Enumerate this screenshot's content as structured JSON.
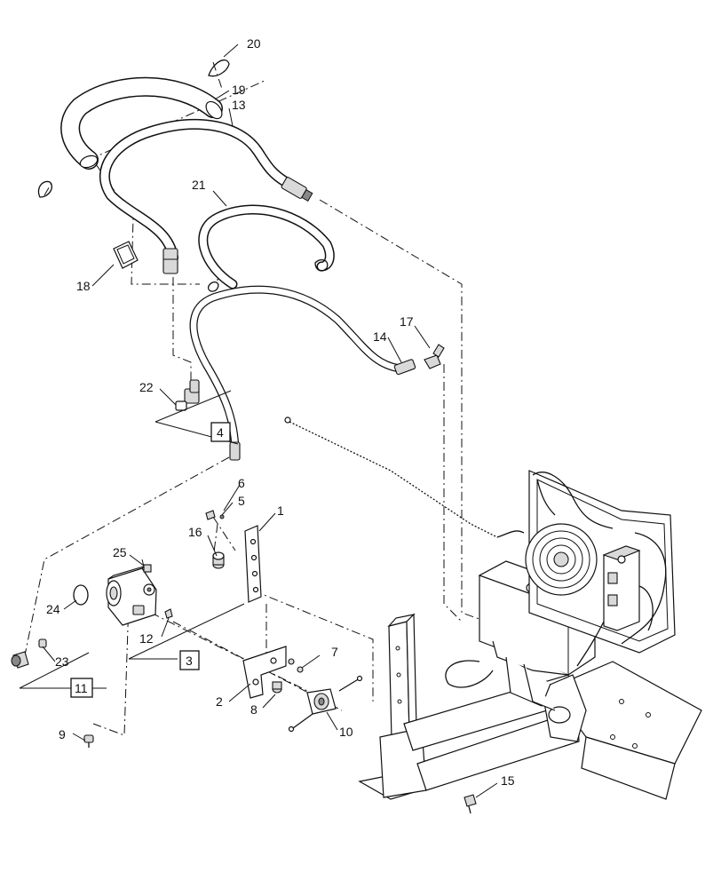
{
  "diagram": {
    "colors": {
      "line": "#111111",
      "background": "#ffffff",
      "part_fill": "#d9d9d9"
    },
    "callouts": {
      "c1": "1",
      "c2": "2",
      "c5": "5",
      "c6": "6",
      "c7": "7",
      "c8": "8",
      "c9": "9",
      "c10": "10",
      "c12": "12",
      "c13": "13",
      "c14": "14",
      "c15": "15",
      "c16": "16",
      "c17": "17",
      "c18": "18",
      "c19": "19",
      "c20": "20",
      "c21": "21",
      "c22": "22",
      "c23": "23",
      "c24": "24",
      "c25": "25"
    },
    "boxed_refs": {
      "b3": "3",
      "b4": "4",
      "b11": "11"
    }
  }
}
